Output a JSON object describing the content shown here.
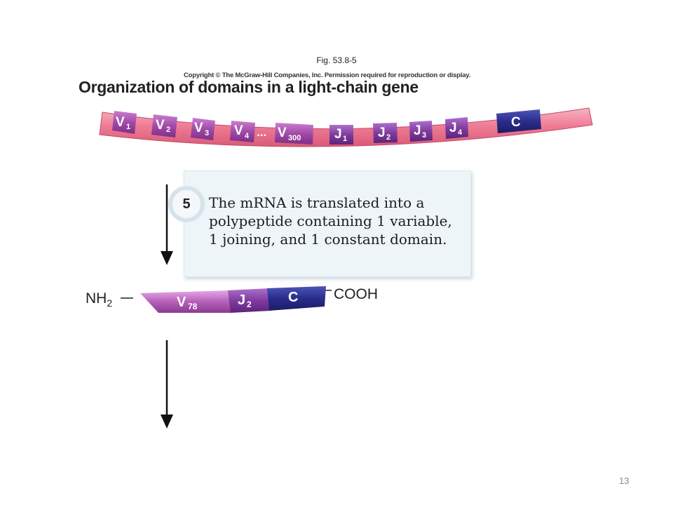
{
  "figure_label": "Fig. 53.8-5",
  "copyright": "Copyright © The McGraw-Hill Companies, Inc. Permission required for reproduction or display.",
  "title": "Organization of domains in a light-chain gene",
  "gene_segments": [
    {
      "label": "V",
      "sub": "1"
    },
    {
      "label": "V",
      "sub": "2"
    },
    {
      "label": "V",
      "sub": "3"
    },
    {
      "label": "V",
      "sub": "4"
    },
    {
      "label": "...",
      "sub": ""
    },
    {
      "label": "V",
      "sub": "300"
    },
    {
      "label": "J",
      "sub": "1"
    },
    {
      "label": "J",
      "sub": "2"
    },
    {
      "label": "J",
      "sub": "3"
    },
    {
      "label": "J",
      "sub": "4"
    },
    {
      "label": "C",
      "sub": ""
    }
  ],
  "step": {
    "number": "5",
    "lines": [
      "The mRNA is translated into a",
      "polypeptide containing 1 variable,",
      "1 joining, and 1 constant domain."
    ]
  },
  "polypeptide": {
    "n_terminus": "NH",
    "n_terminus_sub": "2",
    "c_terminus": "COOH",
    "domains": [
      {
        "label": "V",
        "sub": "78"
      },
      {
        "label": "J",
        "sub": "2"
      },
      {
        "label": "C",
        "sub": ""
      }
    ]
  },
  "colors": {
    "intron_pink": "#f07d96",
    "v_domain_purple": "#a24aa8",
    "j_domain_purple": "#7f3c9e",
    "c_domain_blue": "#2a2d8c"
  },
  "page_number": "13"
}
